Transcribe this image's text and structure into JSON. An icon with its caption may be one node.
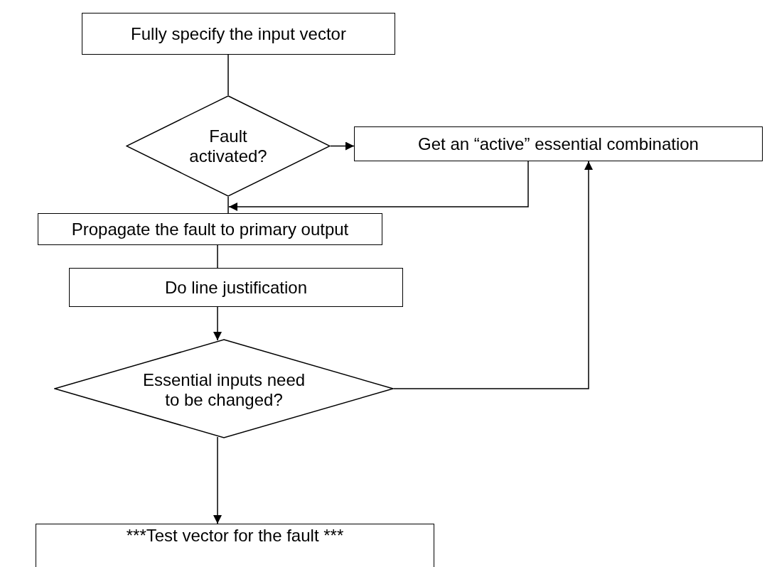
{
  "diagram": {
    "nodes": [
      {
        "text": [
          "Fully specify the input vector"
        ]
      },
      {
        "text": [
          "Fault activated?"
        ]
      },
      {
        "text": [
          "Get an “active” essential combination"
        ]
      },
      {
        "text": [
          "Propagate the fault to primary output"
        ]
      },
      {
        "text": [
          "Do line justification"
        ]
      },
      {
        "text": [
          "Essential inputs need to be changed?"
        ]
      },
      {
        "text": [
          "***Test vector for the fault ***"
        ]
      }
    ],
    "edges": [
      {
        "from": 0,
        "to": 1,
        "arrow": "none"
      },
      {
        "from": 1,
        "to": 2,
        "arrow": "to"
      },
      {
        "from": 1,
        "to": 3,
        "arrow": "none"
      },
      {
        "from": 2,
        "to": 3,
        "arrow": "to"
      },
      {
        "from": 3,
        "to": 4,
        "arrow": "none"
      },
      {
        "from": 4,
        "to": 5,
        "arrow": "to"
      },
      {
        "from": 5,
        "to": 2,
        "arrow": "to"
      },
      {
        "from": 5,
        "to": 6,
        "arrow": "to"
      }
    ]
  }
}
